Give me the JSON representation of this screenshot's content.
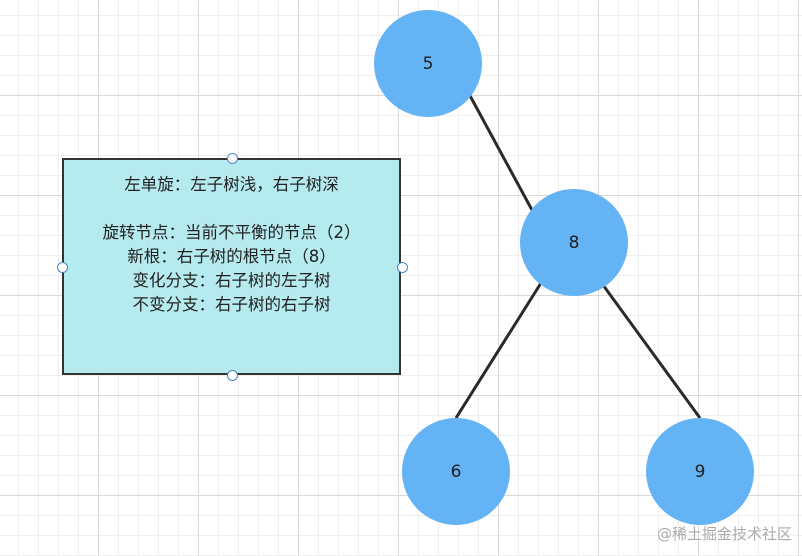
{
  "tree": {
    "nodes": [
      {
        "id": "n5",
        "label": "5"
      },
      {
        "id": "n8",
        "label": "8"
      },
      {
        "id": "n6",
        "label": "6"
      },
      {
        "id": "n9",
        "label": "9"
      }
    ],
    "edges": [
      {
        "from": "5",
        "to": "8"
      },
      {
        "from": "8",
        "to": "6"
      },
      {
        "from": "8",
        "to": "9"
      }
    ]
  },
  "note": {
    "title": "左单旋：左子树浅，右子树深",
    "lines": [
      "旋转节点：当前不平衡的节点（2）",
      "新根：右子树的根节点（8）",
      "变化分支：右子树的左子树",
      "不变分支：右子树的右子树"
    ]
  },
  "watermark": "@稀土掘金技术社区",
  "colors": {
    "node_fill": "#63b3f5",
    "note_fill": "#b5eaef",
    "note_border": "#333333",
    "edge": "#2a2a2a"
  }
}
